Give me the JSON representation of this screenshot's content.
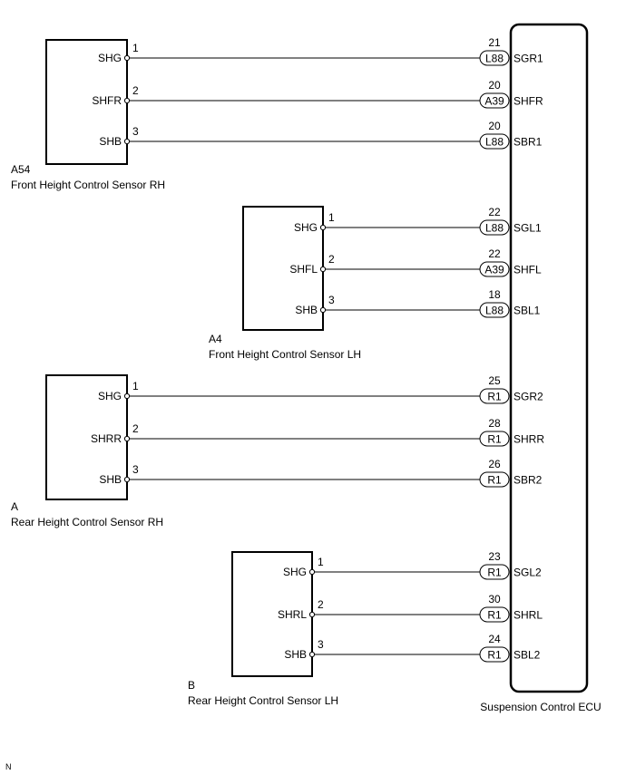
{
  "ecu": {
    "label": "Suspension Control ECU"
  },
  "sensors": [
    {
      "id": "A54",
      "name": "Front Height Control Sensor RH",
      "pins": [
        {
          "pin": "1",
          "label": "SHG",
          "conn": "L88",
          "ecu_pin": "21",
          "ecu_label": "SGR1"
        },
        {
          "pin": "2",
          "label": "SHFR",
          "conn": "A39",
          "ecu_pin": "20",
          "ecu_label": "SHFR"
        },
        {
          "pin": "3",
          "label": "SHB",
          "conn": "L88",
          "ecu_pin": "20",
          "ecu_label": "SBR1"
        }
      ]
    },
    {
      "id": "A4",
      "name": "Front Height Control Sensor LH",
      "pins": [
        {
          "pin": "1",
          "label": "SHG",
          "conn": "L88",
          "ecu_pin": "22",
          "ecu_label": "SGL1"
        },
        {
          "pin": "2",
          "label": "SHFL",
          "conn": "A39",
          "ecu_pin": "22",
          "ecu_label": "SHFL"
        },
        {
          "pin": "3",
          "label": "SHB",
          "conn": "L88",
          "ecu_pin": "18",
          "ecu_label": "SBL1"
        }
      ]
    },
    {
      "id": "A",
      "name": "Rear Height Control Sensor RH",
      "pins": [
        {
          "pin": "1",
          "label": "SHG",
          "conn": "R1",
          "ecu_pin": "25",
          "ecu_label": "SGR2"
        },
        {
          "pin": "2",
          "label": "SHRR",
          "conn": "R1",
          "ecu_pin": "28",
          "ecu_label": "SHRR"
        },
        {
          "pin": "3",
          "label": "SHB",
          "conn": "R1",
          "ecu_pin": "26",
          "ecu_label": "SBR2"
        }
      ]
    },
    {
      "id": "B",
      "name": "Rear Height Control Sensor LH",
      "pins": [
        {
          "pin": "1",
          "label": "SHG",
          "conn": "R1",
          "ecu_pin": "23",
          "ecu_label": "SGL2"
        },
        {
          "pin": "2",
          "label": "SHRL",
          "conn": "R1",
          "ecu_pin": "30",
          "ecu_label": "SHRL"
        },
        {
          "pin": "3",
          "label": "SHB",
          "conn": "R1",
          "ecu_pin": "24",
          "ecu_label": "SBL2"
        }
      ]
    }
  ],
  "footer": {
    "mark": "N"
  }
}
